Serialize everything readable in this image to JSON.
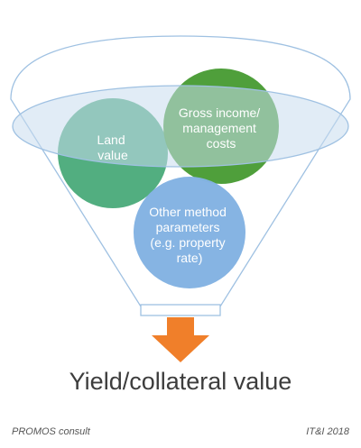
{
  "funnel": {
    "circles": [
      {
        "id": "land",
        "lines": [
          "Land",
          "value"
        ],
        "color": "#3aa36e"
      },
      {
        "id": "gross",
        "lines": [
          "Gross income/",
          "management",
          "costs"
        ],
        "color": "#4b9d37"
      },
      {
        "id": "other",
        "lines": [
          "Other method",
          "parameters",
          "(e.g. property",
          "rate)"
        ],
        "color": "#84b2e2"
      }
    ],
    "rim_color": "#c9dcee",
    "outline_color": "#9fc1e2",
    "arrow_color": "#f07f2a"
  },
  "result": {
    "label": "Yield/collateral value"
  },
  "footer": {
    "left": "PROMOS consult",
    "right": "IT&I 2018"
  }
}
